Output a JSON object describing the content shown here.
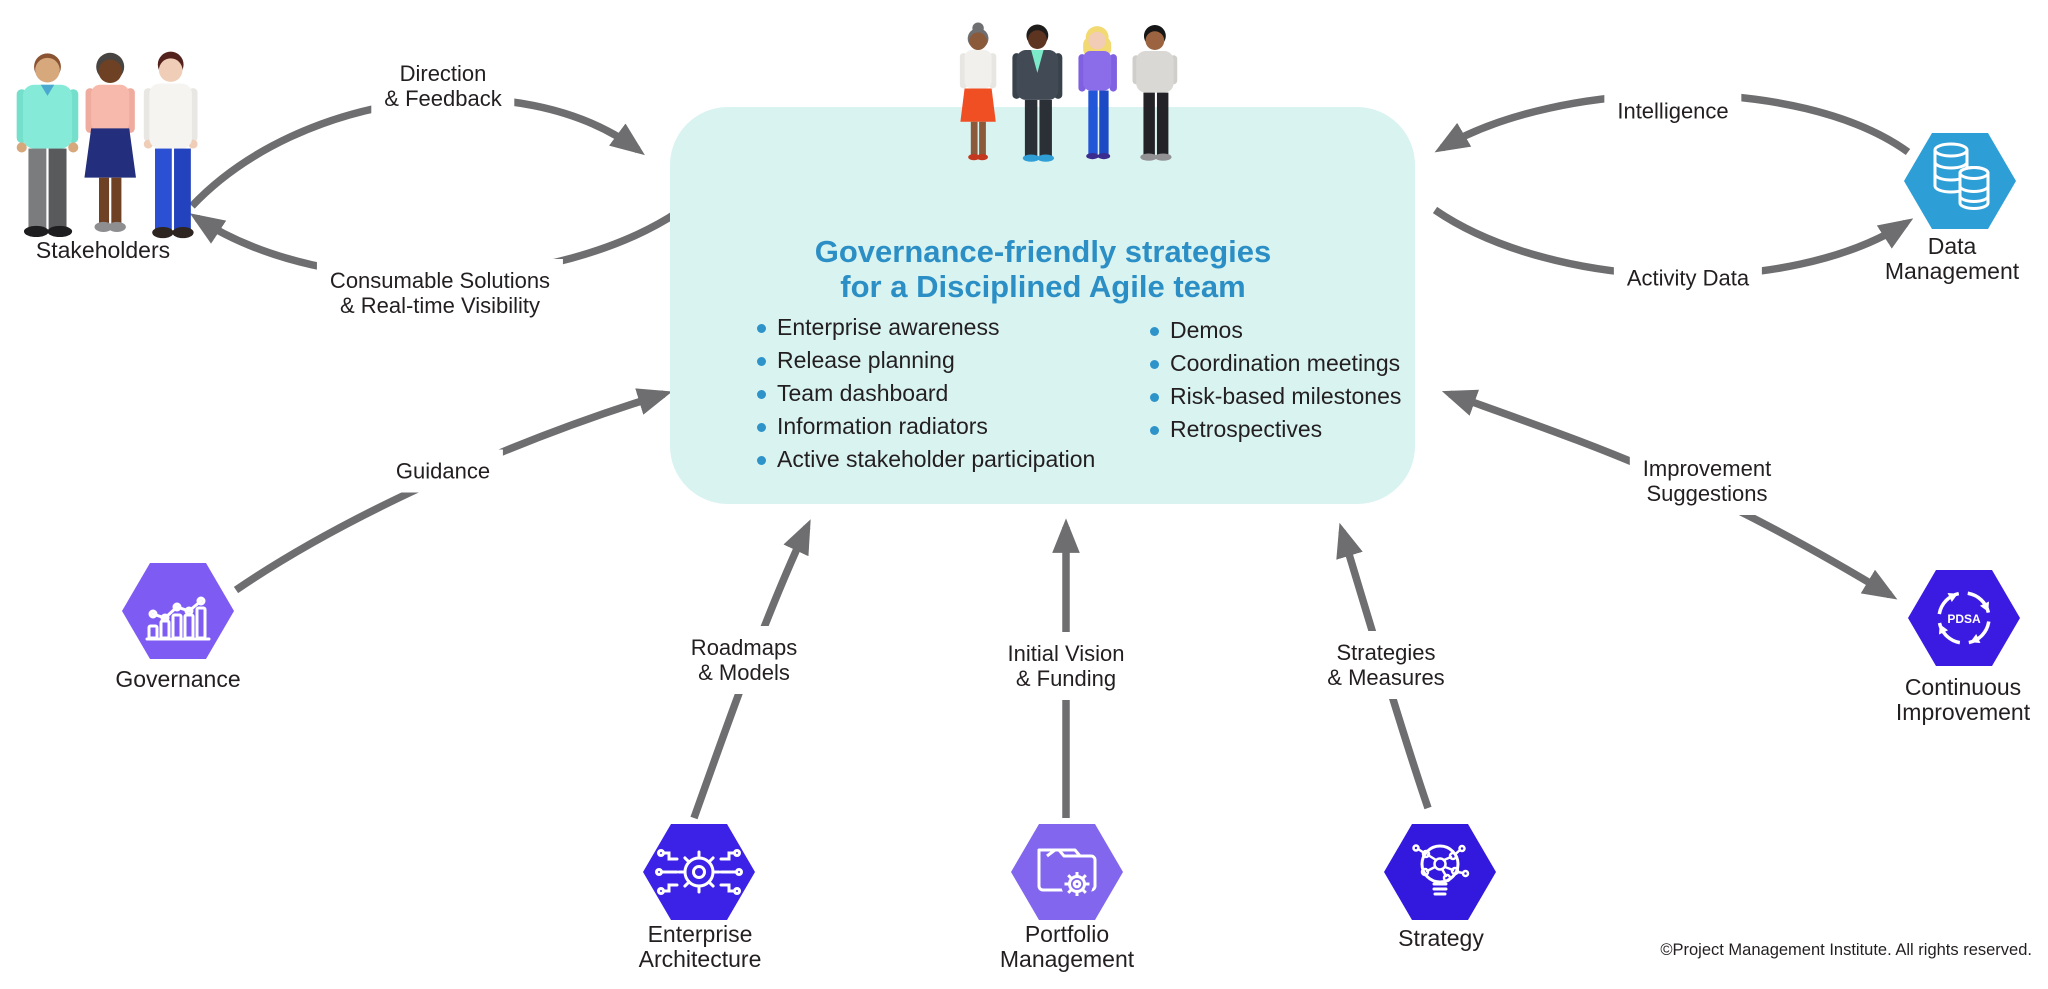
{
  "colors": {
    "background": "#FFFFFF",
    "arrow_gray": "#6E6E70",
    "text_dark": "#231F20",
    "center_box_fill": "#D9F3F1",
    "title_blue": "#2B8FC5",
    "bullet_blue": "#2E93C9"
  },
  "center_box": {
    "title": "Governance-friendly strategies\nfor a Disciplined Agile team",
    "left_bullets": [
      "Enterprise awareness",
      "Release planning",
      "Team dashboard",
      "Information radiators",
      "Active stakeholder participation"
    ],
    "right_bullets": [
      "Demos",
      "Coordination meetings",
      "Risk-based milestones",
      "Retrospectives"
    ]
  },
  "nodes": {
    "stakeholders": {
      "label": "Stakeholders"
    },
    "data_management": {
      "label": "Data\nManagement",
      "color": "#2E9FD6"
    },
    "governance": {
      "label": "Governance",
      "color": "#7E5CF4"
    },
    "continuous_improvement": {
      "label": "Continuous\nImprovement",
      "color": "#3B1BE2",
      "icon_text": "PDSA"
    },
    "enterprise_architecture": {
      "label": "Enterprise\nArchitecture",
      "color": "#3C22E6"
    },
    "portfolio_management": {
      "label": "Portfolio\nManagement",
      "color": "#8266EE"
    },
    "strategy": {
      "label": "Strategy",
      "color": "#3318DD"
    }
  },
  "flows": {
    "direction_feedback": {
      "label": "Direction\n& Feedback",
      "from": "Stakeholders",
      "to": "Team"
    },
    "consumable_solutions": {
      "label": "Consumable Solutions\n& Real-time Visibility",
      "from": "Team",
      "to": "Stakeholders"
    },
    "intelligence": {
      "label": "Intelligence",
      "from": "Data Management",
      "to": "Team"
    },
    "activity_data": {
      "label": "Activity Data",
      "from": "Team",
      "to": "Data Management"
    },
    "guidance": {
      "label": "Guidance",
      "from": "Governance",
      "to": "Team"
    },
    "improvement_suggestions": {
      "label": "Improvement\nSuggestions",
      "from": "Team",
      "to": "Continuous Improvement"
    },
    "roadmaps_models": {
      "label": "Roadmaps\n& Models",
      "from": "Enterprise Architecture",
      "to": "Team"
    },
    "initial_vision_funding": {
      "label": "Initial Vision\n& Funding",
      "from": "Portfolio Management",
      "to": "Team"
    },
    "strategies_measures": {
      "label": "Strategies\n& Measures",
      "from": "Strategy",
      "to": "Team"
    }
  },
  "footer": {
    "copyright": "©Project Management Institute. All rights reserved."
  }
}
